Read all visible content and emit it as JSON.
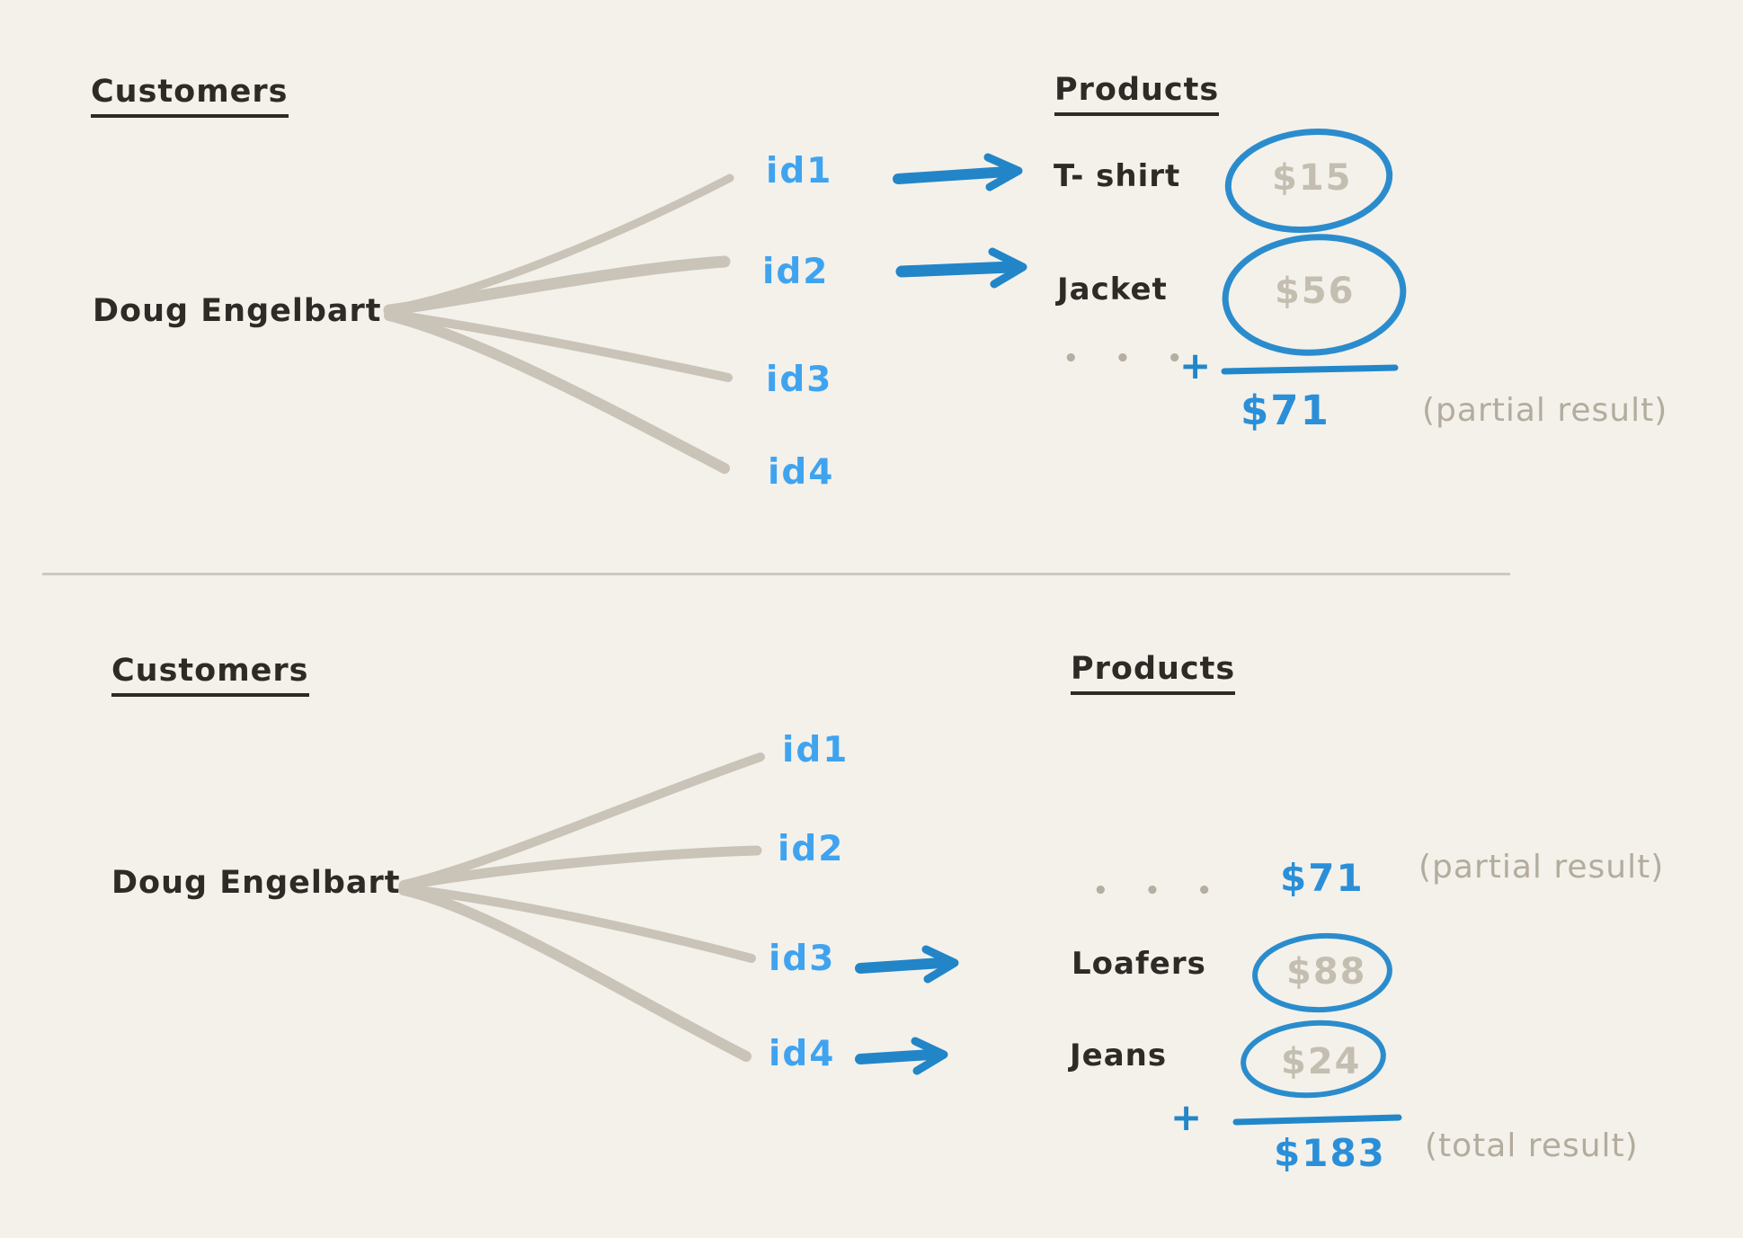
{
  "colors": {
    "background": "#f3f1ea",
    "ink": "#2e2b26",
    "fan_gray": "#c9c3b8",
    "price_gray": "#c4beb1",
    "note_gray": "#b3ac9e",
    "id_blue": "#3fa3f0",
    "accent_blue": "#2287c9"
  },
  "top": {
    "customers_heading": "Customers",
    "products_heading": "Products",
    "customer_name": "Doug Engelbart",
    "ids": [
      "id1",
      "id2",
      "id3",
      "id4"
    ],
    "products": [
      {
        "name": "T- shirt",
        "price": "$15"
      },
      {
        "name": "Jacket",
        "price": "$56"
      }
    ],
    "ellipsis": "• • •",
    "plus": "+",
    "sum": "$71",
    "note": "(partial result)"
  },
  "bottom": {
    "customers_heading": "Customers",
    "products_heading": "Products",
    "customer_name": "Doug Engelbart",
    "ids": [
      "id1",
      "id2",
      "id3",
      "id4"
    ],
    "ellipsis": "• • •",
    "carried_sum": "$71",
    "carried_note": "(partial result)",
    "products": [
      {
        "name": "Loafers",
        "price": "$88"
      },
      {
        "name": "Jeans",
        "price": "$24"
      }
    ],
    "plus": "+",
    "sum": "$183",
    "note": "(total result)"
  }
}
